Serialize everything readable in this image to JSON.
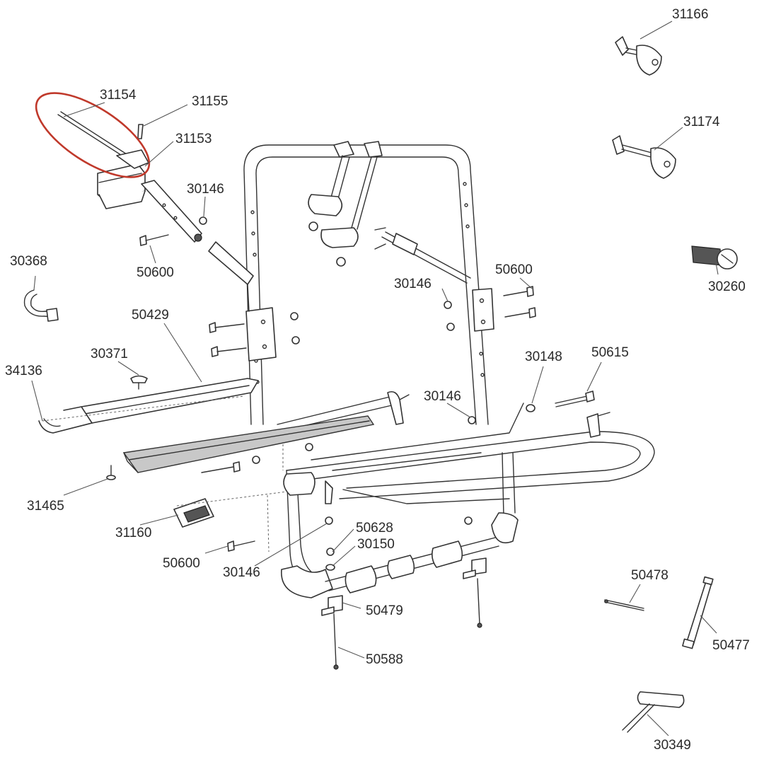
{
  "highlight_color": "#c0392b",
  "line_color": "#333333",
  "labels": {
    "p31166": "31166",
    "p31154": "31154",
    "p31155": "31155",
    "p31153": "31153",
    "p31174": "31174",
    "p30146_a": "30146",
    "p50600_a": "50600",
    "p30368": "30368",
    "p30260": "30260",
    "p50600_b": "50600",
    "p30146_b": "30146",
    "p50429": "50429",
    "p30371": "30371",
    "p30148": "30148",
    "p50615": "50615",
    "p34136": "34136",
    "p30146_c": "30146",
    "p31465": "31465",
    "p31160": "31160",
    "p50628": "50628",
    "p30150": "30150",
    "p50600_c": "50600",
    "p30146_d": "30146",
    "p50478": "50478",
    "p50479": "50479",
    "p50477": "50477",
    "p50588": "50588",
    "p30349": "30349"
  }
}
